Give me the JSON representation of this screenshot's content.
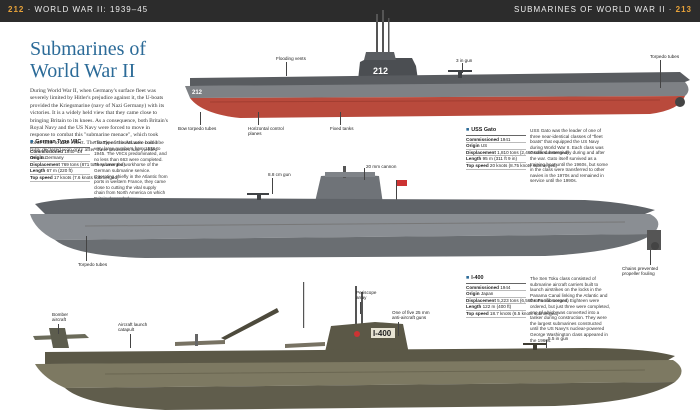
{
  "header": {
    "left_page": "212",
    "left_text": "WORLD WAR II: 1939–45",
    "right_text": "SUBMARINES OF WORLD WAR II",
    "right_page": "213"
  },
  "title": "Submarines of World War II",
  "intro": "During World War II, when Germany's surface fleet was severely limited by Hitler's prejudice against it, the U-boats provided the Kriegsmarine (navy of Nazi Germany) with its victories. It is a widely held view that they came close to bringing Britain to its knees. As a consequence, both Britain's Royal Navy and the US Navy were forced to move in response to combat this \"submarine menace\", which took some time to take effect. The Battle of the Atlantic could be fully declared won only after these measures had yielded results.",
  "gato": {
    "hull_number": "212",
    "labels": {
      "flooding_vents": "Flooding vents",
      "gun": "3 in gun",
      "torpedo_tubes": "Torpedo tubes",
      "bow_tubes": "Bow torpedo tubes",
      "control_planes": "Horizontal control planes",
      "fixed_tanks": "Fixed tanks"
    },
    "spec": {
      "title": "USS Gato",
      "rows": [
        {
          "k": "Commissioned",
          "v": "1941"
        },
        {
          "k": "Origin",
          "v": "US"
        },
        {
          "k": "Displacement",
          "v": "1,810 tons (2,460 tons submerged)"
        },
        {
          "k": "Length",
          "v": "95 m (311 ft 9 in)"
        },
        {
          "k": "Top speed",
          "v": "20 knots (8.75 knots submerged)"
        }
      ]
    },
    "desc": "USS Gato was the leader of one of three near-identical classes of \"fleet boats\" that equipped the US Navy during World War II. Each class was modified extensively during and after the war. Gato itself survived as a training boat until the 1960s, but some in the class were transferred to other navies in the 1970s and remained in service until the 1990s."
  },
  "uboat": {
    "spec": {
      "title": "German Type VIIC",
      "rows": [
        {
          "k": "Commissioned",
          "v": "1940–44"
        },
        {
          "k": "Origin",
          "v": "Germany"
        },
        {
          "k": "Displacement",
          "v": "769 tons (871 tons submerged)"
        },
        {
          "k": "Length",
          "v": "67 m (220 ft)"
        },
        {
          "k": "Top speed",
          "v": "17 knots (7.6 knots submerged)"
        }
      ]
    },
    "desc": "The Type VII boats were built in very large numbers from 1936 to 1945. The VIICs predominated, and no less than 663 were completed. They were the workhorse of the German submarine service. Operating chiefly in the Atlantic from ports in western France, they came close to cutting the vital supply chain from North America on which Britain depended.",
    "labels": {
      "aa_gun": "20 mm cannon",
      "deck_gun": "8.8 cm gun",
      "torpedo_tubes": "Torpedo tubes",
      "propeller": "Chains prevented propeller fouling"
    }
  },
  "i400": {
    "hull_number": "I-400",
    "spec": {
      "title": "I-400",
      "rows": [
        {
          "k": "Commissioned",
          "v": "1944"
        },
        {
          "k": "Origin",
          "v": "Japan"
        },
        {
          "k": "Displacement",
          "v": "5,223 tons (6,560 tons submerged)"
        },
        {
          "k": "Length",
          "v": "122 m (400 ft)"
        },
        {
          "k": "Top speed",
          "v": "18.7 knots (6.5 knots submerged)"
        }
      ]
    },
    "desc": "The Sen Toku class consisted of submarine aircraft carriers built to launch airstrikes on the locks in the Panama Canal linking the Atlantic and the Pacific oceans. Eighteen were ordered, but just three were completed, one of which was converted into a tanker during construction. They were the largest submarines constructed until the US Navy's nuclear-powered George Washington class appeared in the 1960s.",
    "labels": {
      "bomber": "Bomber aircraft",
      "catapult": "Aircraft launch catapult",
      "periscope": "Periscope array",
      "aa_guns": "One of five 25 mm anti-aircraft guns",
      "main_gun": "5.5 in gun"
    }
  },
  "colors": {
    "accent": "#2c6b98",
    "hull_red": "#b94a3c",
    "hull_grey": "#6f7378",
    "hull_olive": "#6e6a54"
  }
}
